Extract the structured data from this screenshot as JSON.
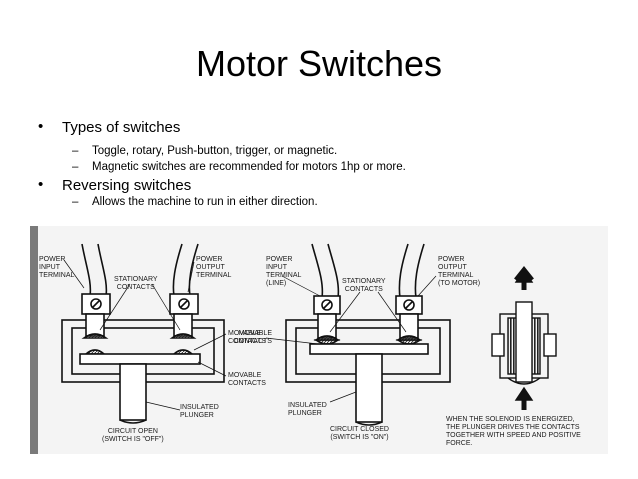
{
  "title": "Motor Switches",
  "bullets": [
    {
      "text": "Types of switches",
      "subs": [
        "Toggle, rotary, Push-button, trigger, or magnetic.",
        "Magnetic switches are recommended for motors 1hp or more."
      ]
    },
    {
      "text": "Reversing switches",
      "subs": [
        "Allows the machine to run in either direction."
      ]
    }
  ],
  "bullet_symbol": "•",
  "dash_symbol": "–",
  "figure": {
    "left": {
      "power_input": "POWER\nINPUT\nTERMINAL",
      "power_output": "POWER\nOUTPUT\nTERMINAL",
      "stationary": "STATIONARY\nCONTACTS",
      "movable": "MOVABLE\nCONTACTS",
      "plunger": "INSULATED\nPLUNGER",
      "state": "CIRCUIT OPEN\n(SWITCH IS \"OFF\")"
    },
    "middle": {
      "power_input": "POWER\nINPUT\nTERMINAL\n(LINE)",
      "power_output": "POWER\nOUTPUT\nTERMINAL\n(TO MOTOR)",
      "stationary": "STATIONARY\nCONTACTS",
      "movable": "MOVABLE\nCONTACTS",
      "plunger": "INSULATED\nPLUNGER",
      "state": "CIRCUIT CLOSED\n(SWITCH IS \"ON\")"
    },
    "right": {
      "caption": "WHEN THE SOLENOID IS ENERGIZED,\nTHE PLUNGER DRIVES THE CONTACTS\nTOGETHER WITH SPEED AND POSITIVE\nFORCE."
    }
  }
}
